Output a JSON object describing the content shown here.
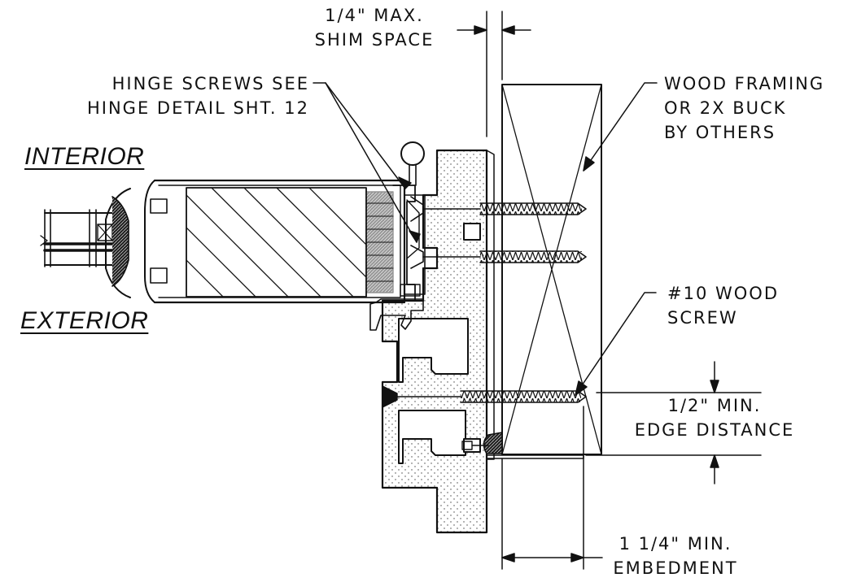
{
  "labels": {
    "interior": "INTERIOR",
    "exterior": "EXTERIOR"
  },
  "callouts": {
    "shim": [
      "1/4\" MAX.",
      "SHIM SPACE"
    ],
    "hinge": [
      "HINGE SCREWS SEE",
      "HINGE DETAIL SHT. 12"
    ],
    "framing": [
      "WOOD FRAMING",
      "OR 2X BUCK",
      "BY OTHERS"
    ],
    "screw": [
      "#10 WOOD",
      "SCREW"
    ],
    "edge": [
      "1/2\" MIN.",
      "EDGE DISTANCE"
    ],
    "embed": [
      "1 1/4\" MIN.",
      "EMBEDMENT"
    ]
  }
}
